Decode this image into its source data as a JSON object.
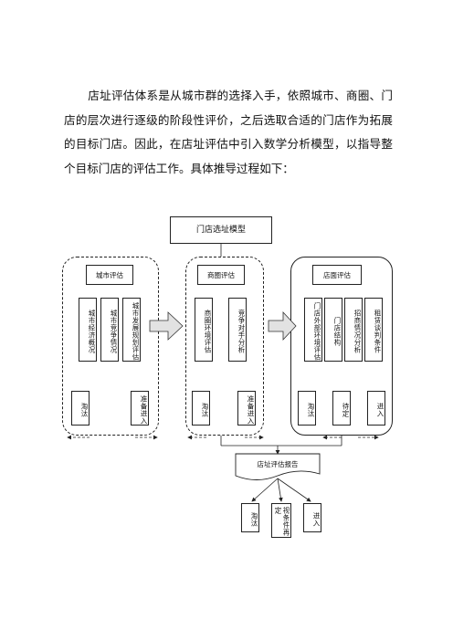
{
  "paragraph": {
    "text": "店址评估体系是从城市群的选择入手，依照城市、商圈、门店的层次进行逐级的阶段性评价，之后选取合适的门店作为拓展的目标门店。因此，在店址评估中引入数学分析模型，以指导整个目标门店的评估工作。具体推导过程如下："
  },
  "diagram": {
    "title": "门店选址模型",
    "city": {
      "label": "城市评估",
      "factors": [
        "城市经济概况",
        "城市竞争情况",
        "城市发展规划评估"
      ],
      "out_left": "淘汰",
      "out_right": "准备进入"
    },
    "district": {
      "label": "商圈评估",
      "factors": [
        "商圈环境评估",
        "竞争对手分析"
      ],
      "out_left": "淘汰",
      "out_right": "准备进入"
    },
    "store": {
      "label": "店面评估",
      "factors": [
        "门店外部环境评估",
        "门店结构",
        "招商情况分析",
        "租赁谈判条件"
      ],
      "out_left": "淘汰",
      "out_mid": "待定",
      "out_right": "进入"
    },
    "report": {
      "label": "店址评估报告",
      "outcomes": [
        "淘汰",
        "视条件再定",
        "进入"
      ]
    }
  }
}
